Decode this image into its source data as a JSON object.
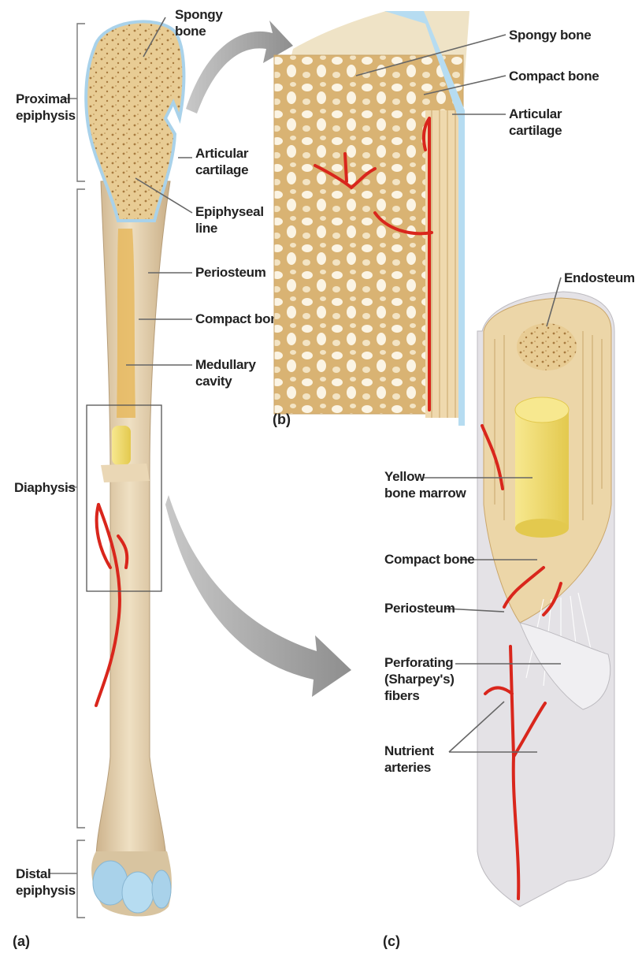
{
  "colors": {
    "bone": "#e8cc94",
    "bone_dark": "#c99a52",
    "shaft": "#dfc9a3",
    "cartilage": "#a9d2ea",
    "marrow": "#f2dc6a",
    "artery": "#d9261c",
    "periosteum": "#e2e0e4",
    "arrow": "#9a9a9a"
  },
  "panels": {
    "a": "(a)",
    "b": "(b)",
    "c": "(c)"
  },
  "panel_a": {
    "proximal_epiphysis": [
      "Proximal",
      "epiphysis"
    ],
    "diaphysis": "Diaphysis",
    "distal_epiphysis": [
      "Distal",
      "epiphysis"
    ],
    "spongy_bone": [
      "Spongy",
      "bone"
    ],
    "articular_cartilage": [
      "Articular",
      "cartilage"
    ],
    "epiphyseal_line": [
      "Epiphyseal",
      "line"
    ],
    "periosteum": "Periosteum",
    "compact_bone": "Compact bone",
    "medullary_cavity": [
      "Medullary",
      "cavity"
    ]
  },
  "panel_b": {
    "spongy_bone": "Spongy bone",
    "compact_bone": "Compact bone",
    "articular_cartilage": [
      "Articular",
      "cartilage"
    ]
  },
  "panel_c": {
    "endosteum": "Endosteum",
    "yellow_bone_marrow": [
      "Yellow",
      "bone marrow"
    ],
    "compact_bone": "Compact bone",
    "periosteum": "Periosteum",
    "perforating_fibers": [
      "Perforating",
      "(Sharpey's)",
      "fibers"
    ],
    "nutrient_arteries": [
      "Nutrient",
      "arteries"
    ]
  }
}
